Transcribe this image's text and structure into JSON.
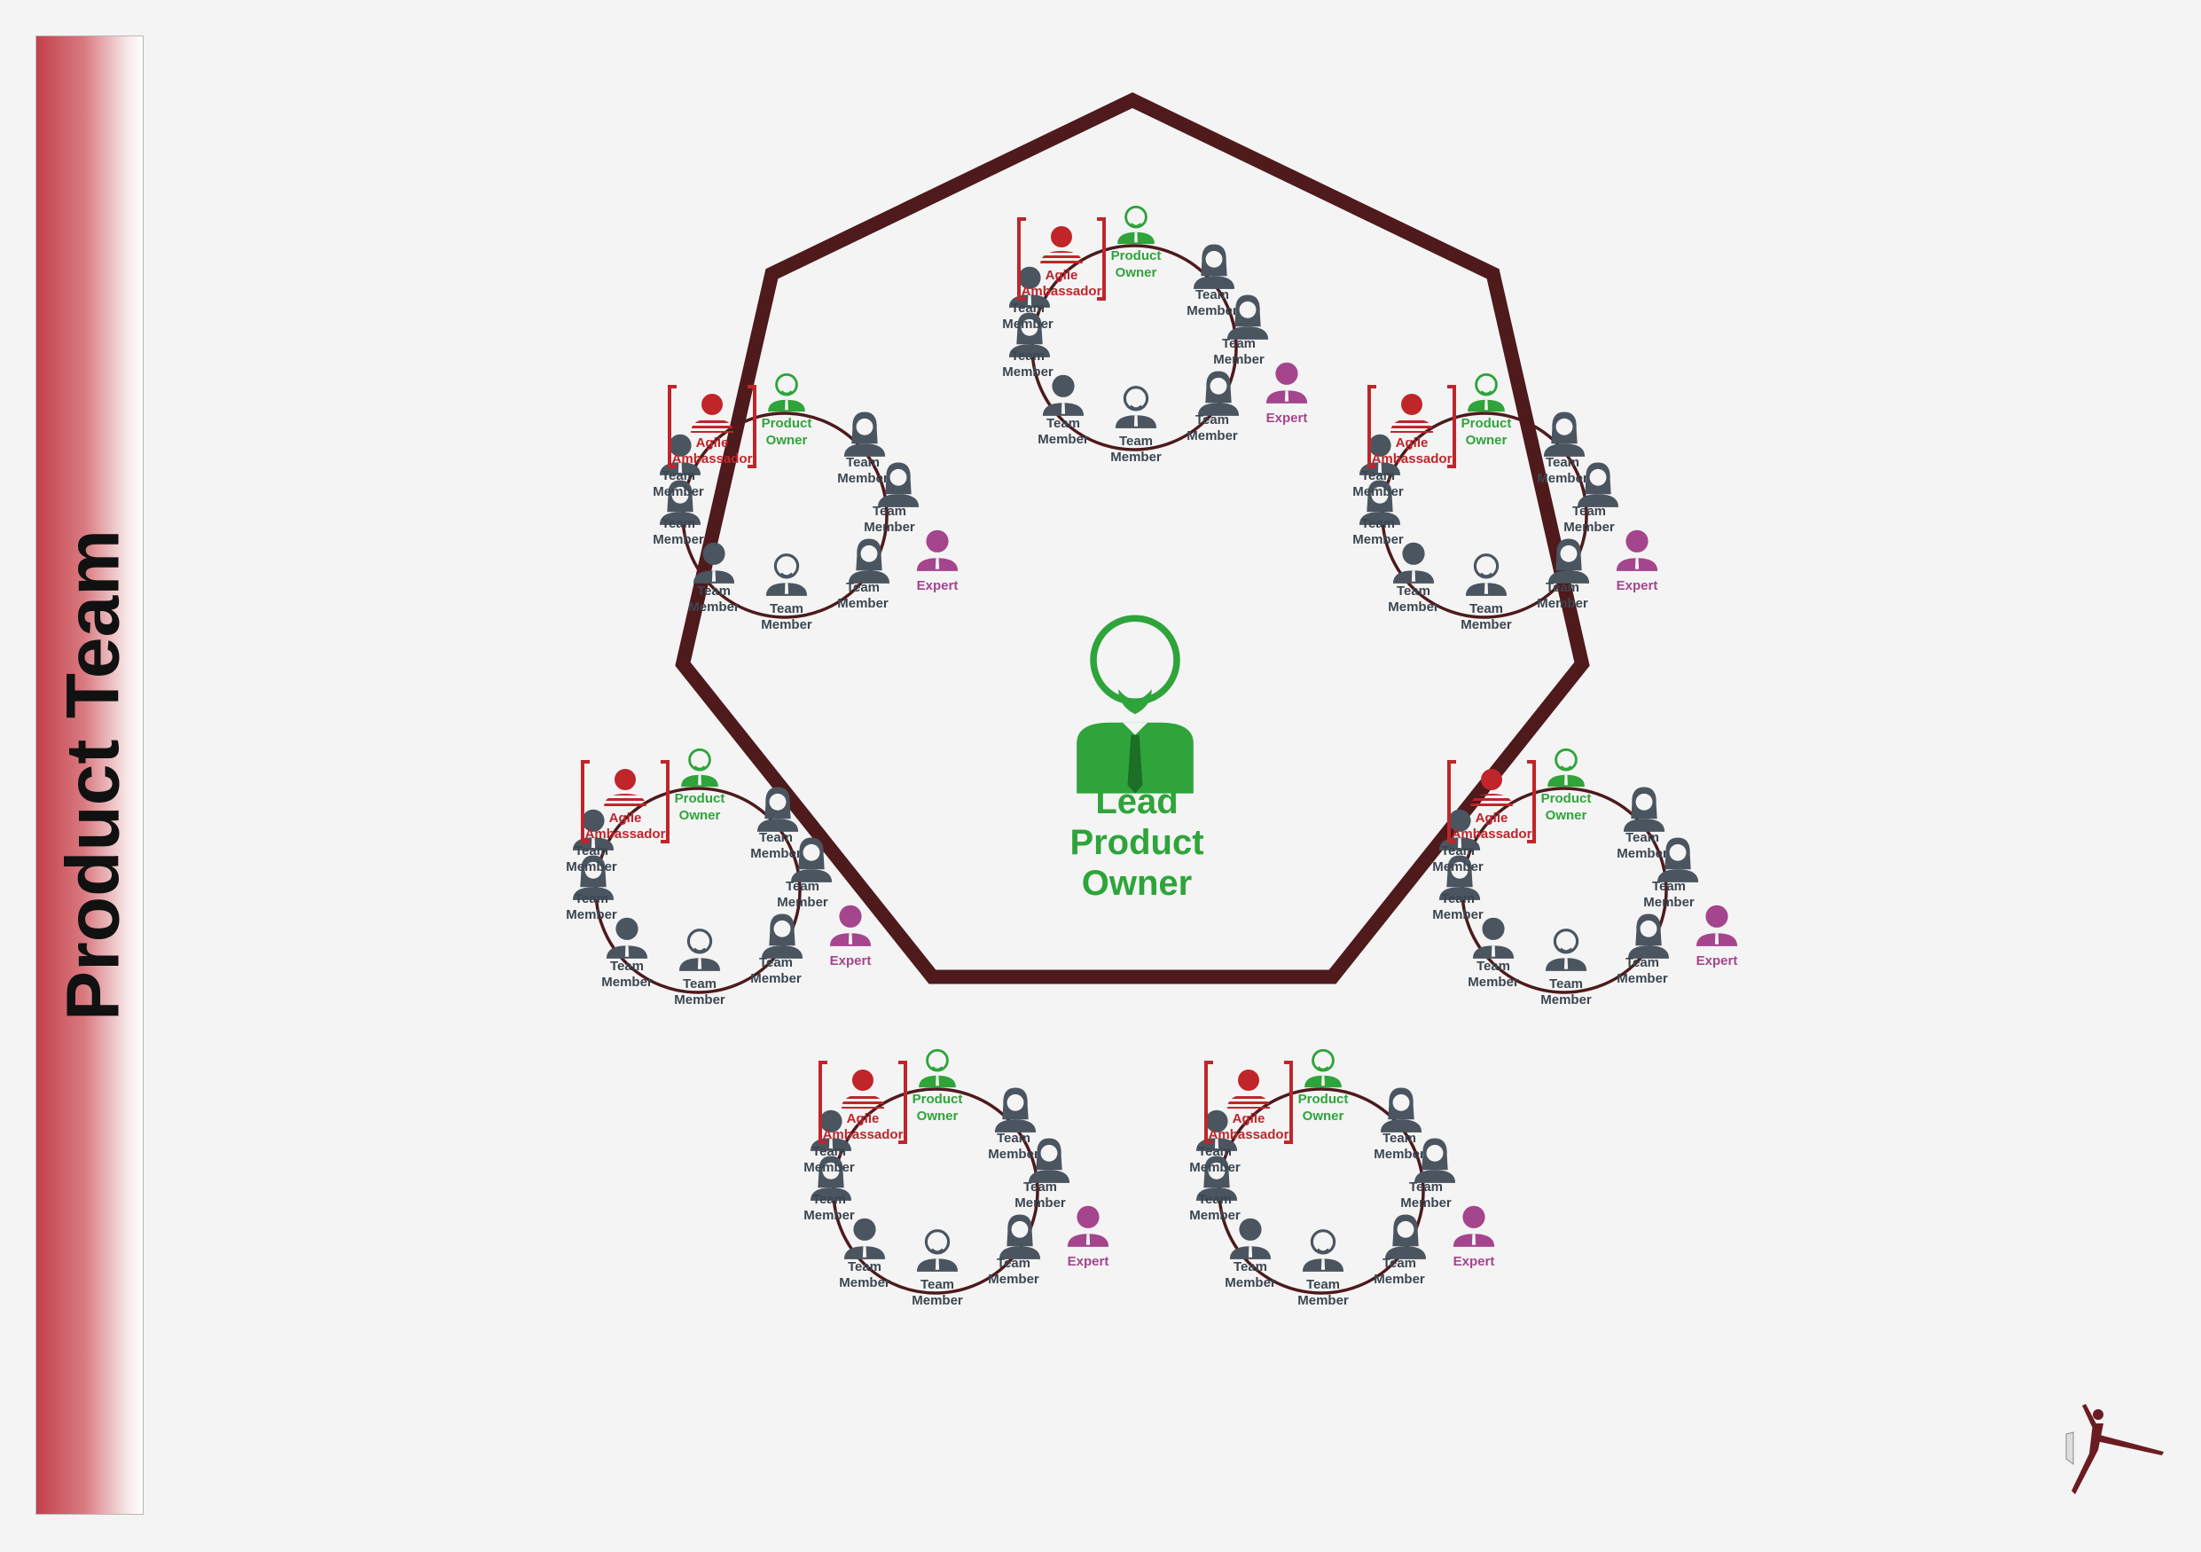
{
  "sidebar": {
    "title": "Product Team"
  },
  "center": {
    "role_lines": [
      "Lead",
      "Product",
      "Owner"
    ]
  },
  "labels": {
    "product_owner": [
      "Product",
      "Owner"
    ],
    "agile_ambassador": [
      "Agile",
      "Ambassador"
    ],
    "team_member": [
      "Team",
      "Member"
    ],
    "expert": "Expert"
  },
  "team_count": 7,
  "team_members_per_team": 7,
  "colors": {
    "heptagon_stroke": "#4e1a1c",
    "circle_stroke": "#4e1a1c",
    "product_owner": "#2ea43a",
    "agile_ambassador": "#c0252a",
    "team_member": "#4a5560",
    "expert": "#a4458d",
    "sidebar_gradient_start": "#c4404a"
  },
  "icons": [
    "lead-product-owner-icon",
    "product-owner-icon",
    "agile-ambassador-icon",
    "team-member-icon",
    "expert-icon",
    "logo-icon"
  ]
}
